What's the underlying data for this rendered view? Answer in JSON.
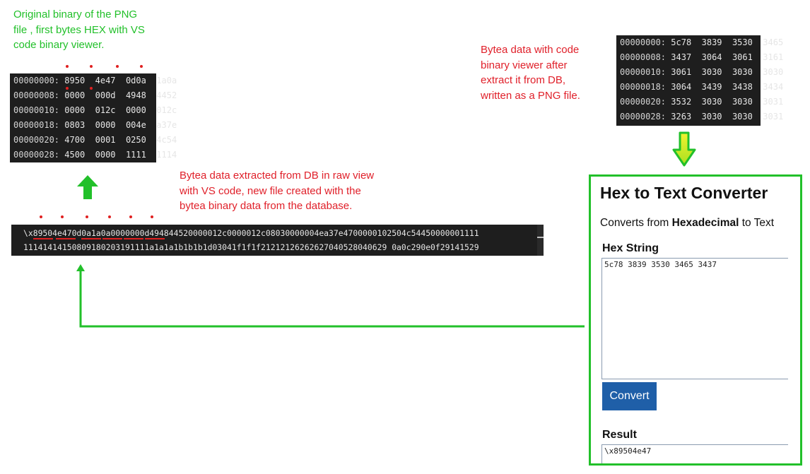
{
  "annotations": {
    "original": [
      "Original binary of the PNG",
      "file , first bytes HEX with VS",
      "code binary viewer."
    ],
    "bytea_viewer": [
      "Bytea data with code",
      "binary viewer after",
      "extract it from DB,",
      "written as a PNG file."
    ],
    "raw_view": [
      "Bytea data extracted from DB in raw view",
      "with VS code, new file created with the",
      "bytea binary data from the database."
    ]
  },
  "original_hex": [
    {
      "addr": "00000000:",
      "bytes": "8950  4e47  0d0a  1a0a"
    },
    {
      "addr": "00000008:",
      "bytes": "0000  000d  4948  4452"
    },
    {
      "addr": "00000010:",
      "bytes": "0000  012c  0000  012c"
    },
    {
      "addr": "00000018:",
      "bytes": "0803  0000  004e  a37e"
    },
    {
      "addr": "00000020:",
      "bytes": "4700  0001  0250  4c54"
    },
    {
      "addr": "00000028:",
      "bytes": "4500  0000  1111  1114"
    }
  ],
  "bytea_hex": [
    {
      "addr": "00000000:",
      "bytes": "5c78  3839  3530  3465"
    },
    {
      "addr": "00000008:",
      "bytes": "3437  3064  3061  3161"
    },
    {
      "addr": "00000010:",
      "bytes": "3061  3030  3030  3030"
    },
    {
      "addr": "00000018:",
      "bytes": "3064  3439  3438  3434"
    },
    {
      "addr": "00000020:",
      "bytes": "3532  3030  3030  3031"
    },
    {
      "addr": "00000028:",
      "bytes": "3263  3030  3030  3031"
    }
  ],
  "raw_view": {
    "line1": "\\x89504e470d0a1a0a0000000d494844520000012c0000012c08030000004ea37e4700000102504c54450000001111",
    "line2": "11141414150809180203191111a1a1a1b1b1b1d03041f1f1f21212126262627040528040629 0a0c290e0f29141529"
  },
  "converter": {
    "title": "Hex to Text Converter",
    "subtitle_prefix": "Converts from ",
    "subtitle_bold": "Hexadecimal",
    "subtitle_suffix": " to Text",
    "hex_label": "Hex String",
    "hex_value": "5c78 3839 3530 3465 3437",
    "convert_label": "Convert",
    "result_label": "Result",
    "result_value": "\\x89504e47"
  },
  "colors": {
    "annotation_green": "#22c02a",
    "annotation_red": "#e0202a",
    "button_blue": "#1f5fa8"
  }
}
